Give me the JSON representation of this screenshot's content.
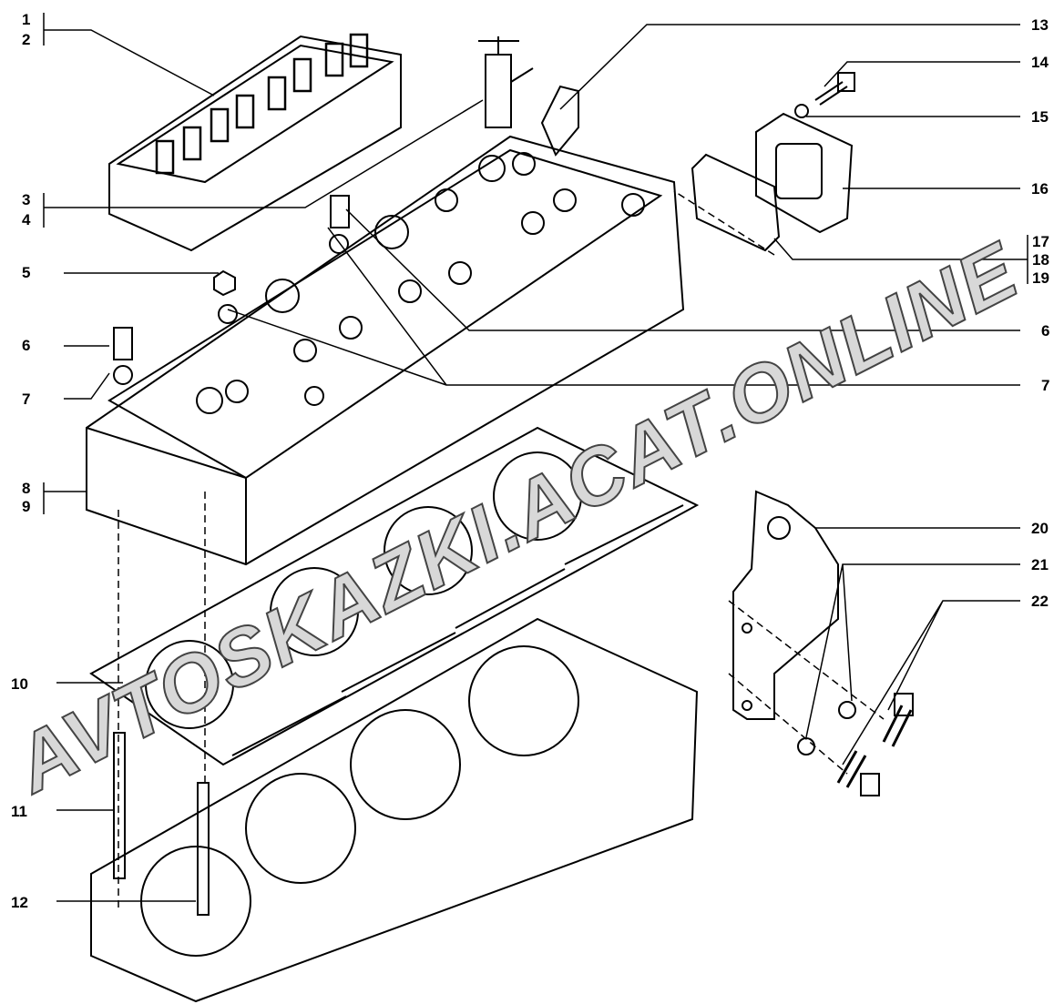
{
  "diagram": {
    "title": "Cylinder head assembly exploded view",
    "watermark": "AVTOSKAZKI.ACAT.ONLINE",
    "left_labels": [
      {
        "id": "l1",
        "text": "1"
      },
      {
        "id": "l2",
        "text": "2"
      },
      {
        "id": "l3",
        "text": "3"
      },
      {
        "id": "l4",
        "text": "4"
      },
      {
        "id": "l5",
        "text": "5"
      },
      {
        "id": "l6",
        "text": "6"
      },
      {
        "id": "l7",
        "text": "7"
      },
      {
        "id": "l8",
        "text": "8"
      },
      {
        "id": "l9",
        "text": "9"
      },
      {
        "id": "l10",
        "text": "10"
      },
      {
        "id": "l11",
        "text": "11"
      },
      {
        "id": "l12",
        "text": "12"
      }
    ],
    "right_labels": [
      {
        "id": "r13",
        "text": "13"
      },
      {
        "id": "r14",
        "text": "14"
      },
      {
        "id": "r15",
        "text": "15"
      },
      {
        "id": "r16",
        "text": "16"
      },
      {
        "id": "r17",
        "text": "17"
      },
      {
        "id": "r18",
        "text": "18"
      },
      {
        "id": "r19",
        "text": "19"
      },
      {
        "id": "r6",
        "text": "6"
      },
      {
        "id": "r7",
        "text": "7"
      },
      {
        "id": "r20",
        "text": "20"
      },
      {
        "id": "r21",
        "text": "21"
      },
      {
        "id": "r22",
        "text": "22"
      }
    ]
  }
}
